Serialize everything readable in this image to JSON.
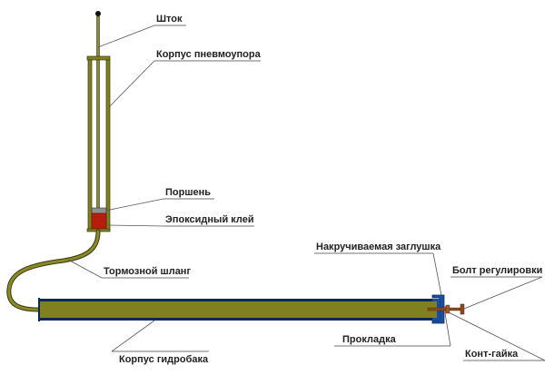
{
  "diagram": {
    "title": "",
    "labels": {
      "rod": "Шток",
      "pneumatic_body": "Корпус пневмоупора",
      "piston": "Поршень",
      "epoxy": "Эпоксидный клей",
      "brake_hose": "Тормозной шланг",
      "screw_cap": "Накручиваемая заглушка",
      "adjust_bolt": "Болт регулировки",
      "hydro_tank_body": "Корпус гидробака",
      "gasket": "Прокладка",
      "lock_nut": "Конт-гайка"
    },
    "colors": {
      "tube_fill": "#808020",
      "tube_stroke": "#3a3a10",
      "tank_border": "#0d2a55",
      "cap": "#1a4fa0",
      "epoxy": "#b81c0c",
      "piston": "#909090",
      "bolt": "#8b4a1c",
      "leader": "#555555"
    }
  }
}
